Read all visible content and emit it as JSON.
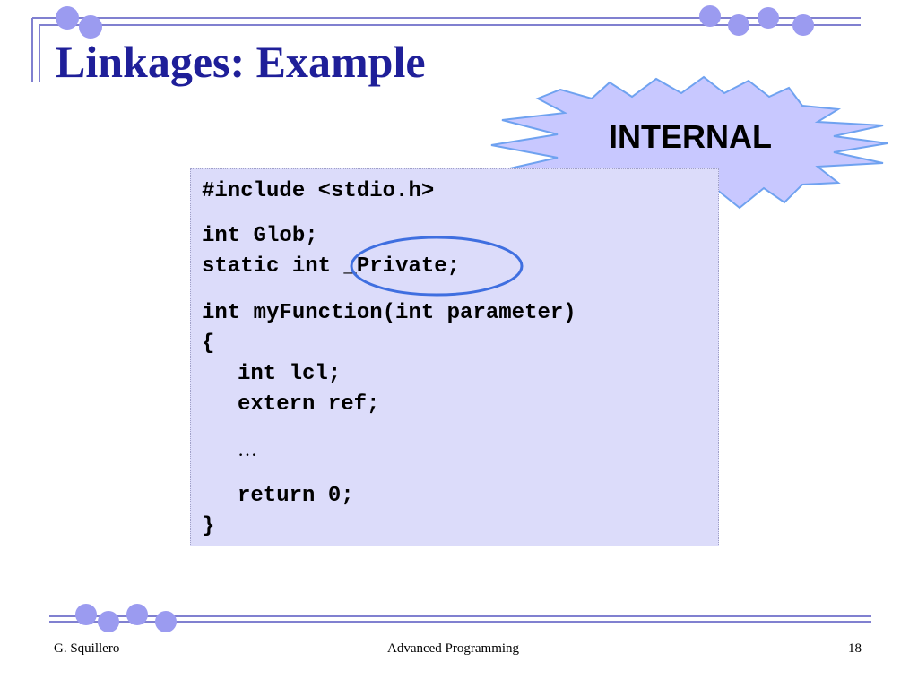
{
  "slide": {
    "title": "Linkages: Example",
    "callout": "INTERNAL",
    "code": {
      "line1": "#include <stdio.h>",
      "line2": "int Glob;",
      "line3": "static int _Private;",
      "line4": "int myFunction(int parameter)",
      "line5": "{",
      "line6": "int lcl;",
      "line7": "extern ref;",
      "line8": "…",
      "line9": "return 0;",
      "line10": "}"
    }
  },
  "footer": {
    "author": "G. Squillero",
    "course": "Advanced Programming",
    "page_number": "18"
  },
  "colors": {
    "title": "#1f1f99",
    "accent_circles": "#9b9bf0",
    "code_background": "#dcdcfa",
    "burst_fill": "#c8c8ff",
    "highlight_ellipse": "#3f6fe0",
    "arrow_fill": "#9cc8f4"
  }
}
